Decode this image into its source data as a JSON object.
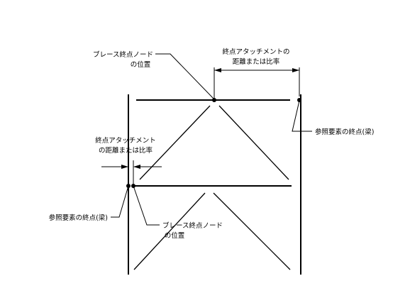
{
  "labels": {
    "top_brace_node_line1": "ブレース終点ノード",
    "top_brace_node_line2": "の位置",
    "top_attach_dist_line1": "終点アタッチメントの",
    "top_attach_dist_line2": "距離または比率",
    "top_ref_end": "参照要素の終点(梁)",
    "left_attach_dist_line1": "終点アタッチメント",
    "left_attach_dist_line2": "の距離または比率",
    "bottom_ref_end": "参照要素の終点(梁)",
    "bottom_brace_node_line1": "ブレース終点ノード",
    "bottom_brace_node_line2": "の位置"
  },
  "colors": {
    "line": "#000000",
    "background": "#ffffff"
  }
}
